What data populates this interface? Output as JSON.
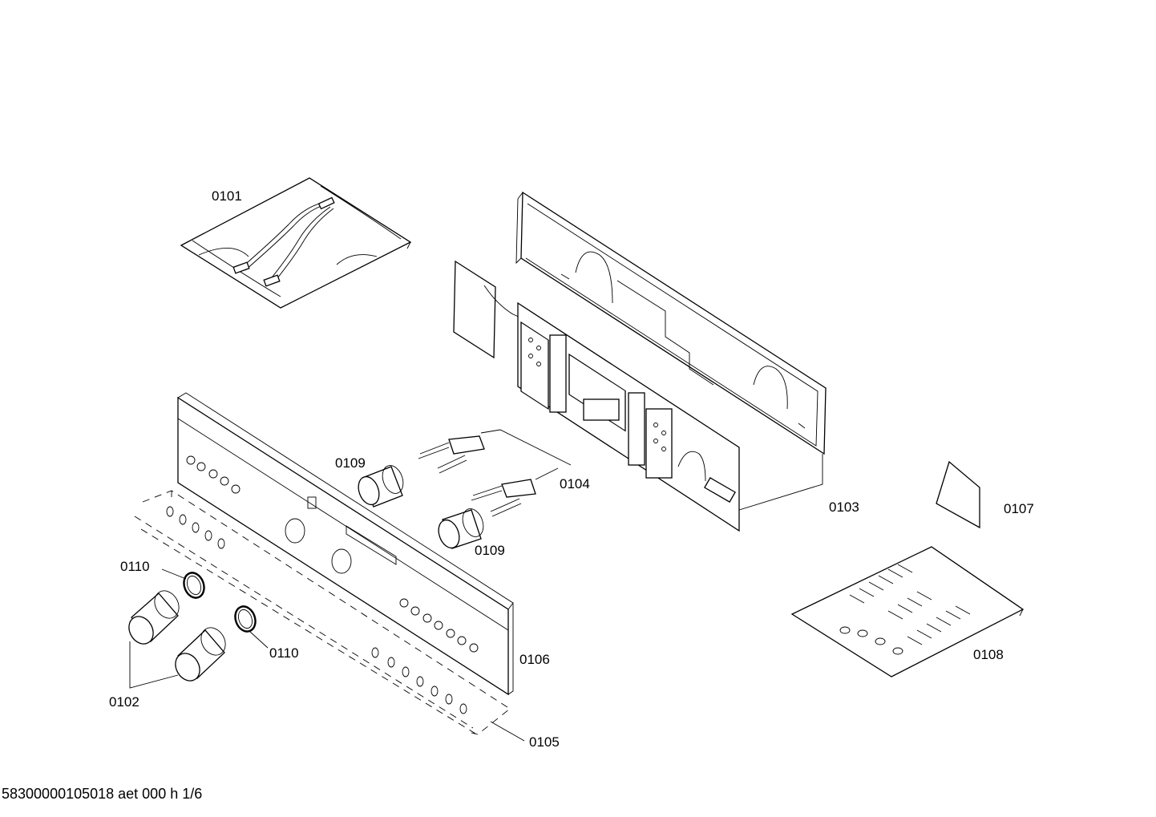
{
  "labels": {
    "l0101": "0101",
    "l0102": "0102",
    "l0103": "0103",
    "l0104": "0104",
    "l0105": "0105",
    "l0106": "0106",
    "l0107": "0107",
    "l0108": "0108",
    "l0109a": "0109",
    "l0109b": "0109",
    "l0110a": "0110",
    "l0110b": "0110"
  },
  "footer": "58300000105018 aet 000 h 1/6"
}
